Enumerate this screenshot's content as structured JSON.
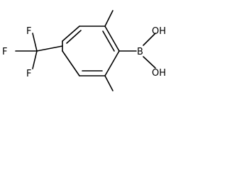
{
  "structure": {
    "atoms": {
      "boron": "B",
      "hydroxyl_top": "OH",
      "hydroxyl_bottom": "OH",
      "fluorine_top": "F",
      "fluorine_left": "F",
      "fluorine_bottom": "F"
    }
  },
  "colors": {
    "bond": "#000000",
    "text": "#000000",
    "background": "#ffffff"
  }
}
